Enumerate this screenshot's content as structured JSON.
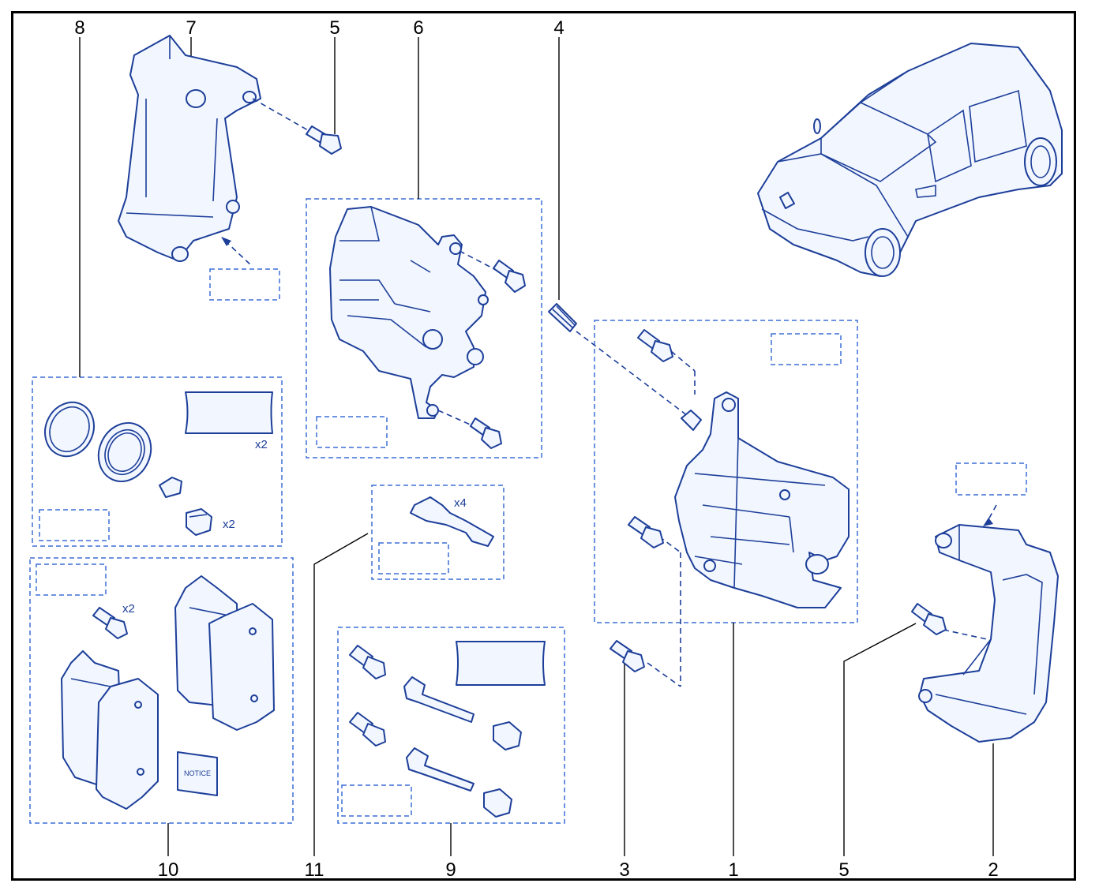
{
  "callouts": {
    "c1": "1",
    "c2": "2",
    "c3": "3",
    "c4": "4",
    "c5_top": "5",
    "c5_bottom": "5",
    "c6": "6",
    "c7": "7",
    "c8": "8",
    "c9": "9",
    "c10": "10",
    "c11": "11"
  },
  "quantities": {
    "seal_sheet": "x2",
    "dust_cap": "x2",
    "pad_bolt": "x2",
    "clip": "x4"
  },
  "labels": {
    "notice_booklet": "NOTICE"
  },
  "colors": {
    "line_art": "#1d3f99",
    "dashed_box": "#3b6fd6",
    "frame": "#000000"
  }
}
